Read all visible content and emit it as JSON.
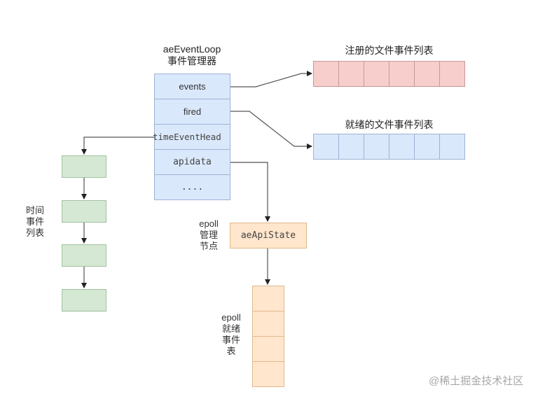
{
  "event_loop": {
    "title_line1": "aeEventLoop",
    "title_line2": "事件管理器",
    "fields": [
      "events",
      "fired",
      "timeEventHead",
      "apidata",
      "...."
    ]
  },
  "registered_list": {
    "title": "注册的文件事件列表",
    "cells": 6,
    "color": "#f8cecc"
  },
  "fired_list": {
    "title": "就绪的文件事件列表",
    "cells": 6,
    "color": "#dae8fc"
  },
  "time_events": {
    "label_lines": [
      "时间",
      "事件",
      "列表"
    ],
    "nodes": 4,
    "color": "#d5e8d4"
  },
  "api_state": {
    "label": "aeApiState",
    "caption_lines": [
      "epoll",
      "管理",
      "节点"
    ],
    "color": "#ffe6cc"
  },
  "epoll_ready": {
    "caption_lines": [
      "epoll",
      "就绪",
      "事件",
      "表"
    ],
    "cells": 4,
    "color": "#ffe6cc"
  },
  "watermark": "@稀土掘金技术社区"
}
